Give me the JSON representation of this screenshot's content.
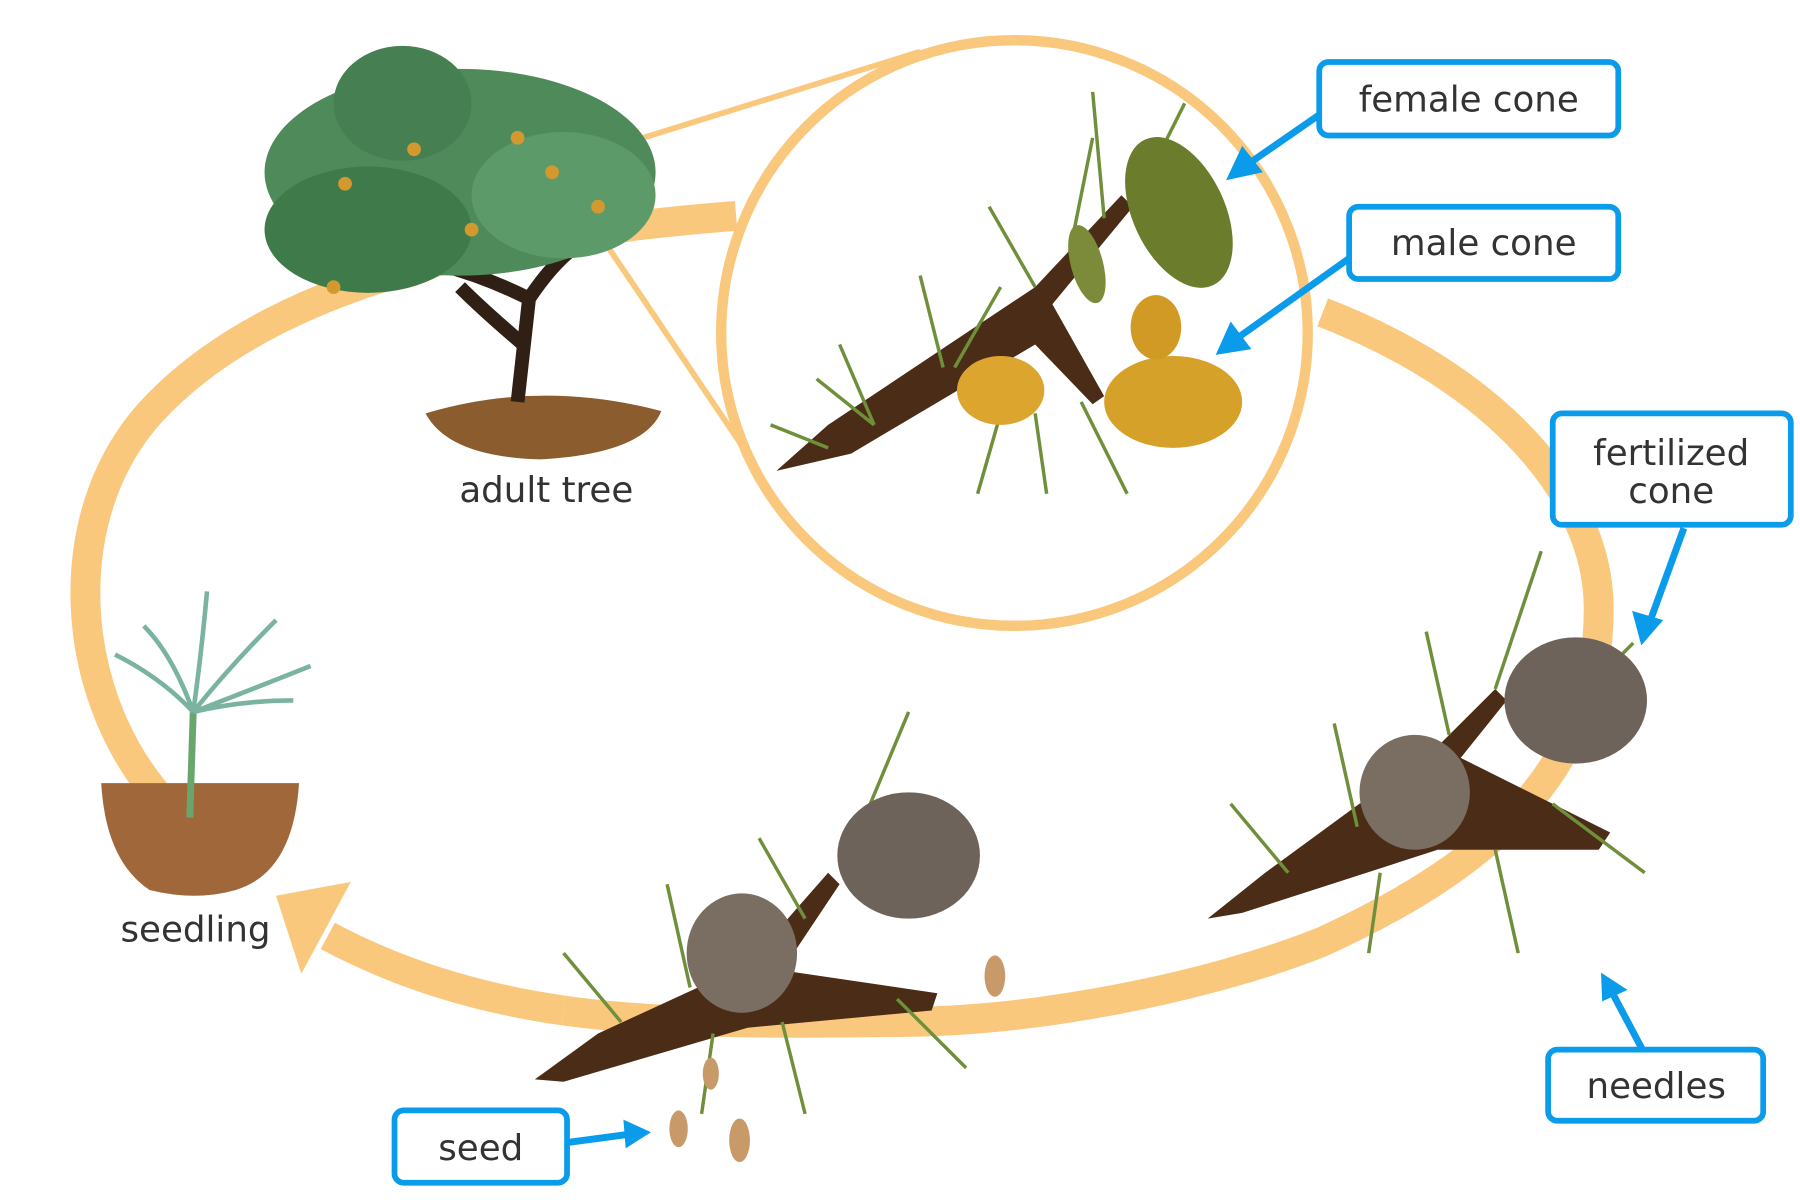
{
  "title": "Pine tree life cycle",
  "stages": {
    "adult_tree": "adult tree",
    "seedling": "seedling"
  },
  "callouts": {
    "female_cone": "female cone",
    "male_cone": "male cone",
    "fertilized_cone_line1": "fertilized",
    "fertilized_cone_line2": "cone",
    "needles": "needles",
    "seed": "seed"
  },
  "colors": {
    "cycle_arrow": "#f9c87c",
    "callout_border": "#0a9bea",
    "text": "#333333"
  }
}
